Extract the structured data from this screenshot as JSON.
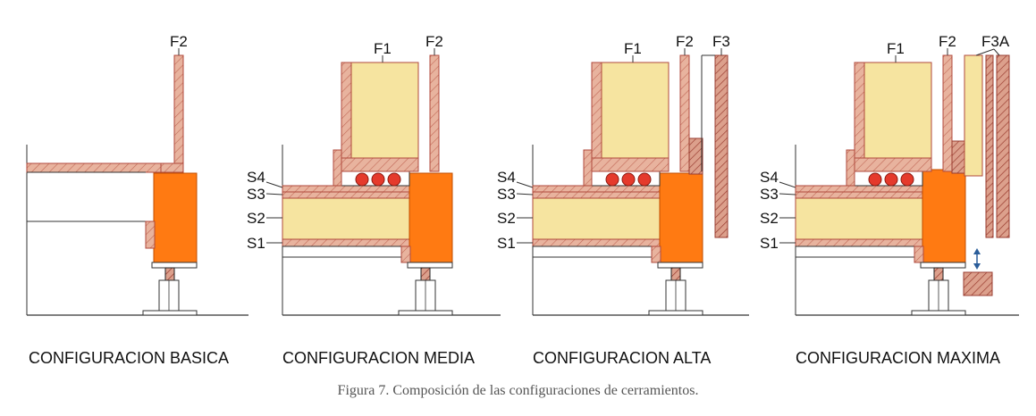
{
  "colors": {
    "wood": "#e8b39e",
    "wood_line": "#b04a3c",
    "foam": "#f6e4a0",
    "core": "#ff7a12",
    "core_line": "#c24e00",
    "tube": "#e53a2c",
    "line": "#333333"
  },
  "panels": [
    {
      "id": "basica",
      "title": "CONFIGURACION BASICA",
      "labels": {
        "F2": "F2"
      }
    },
    {
      "id": "media",
      "title": "CONFIGURACION MEDIA",
      "labels": {
        "F1": "F1",
        "F2": "F2",
        "S4": "S4",
        "S3": "S3",
        "S2": "S2",
        "S1": "S1"
      }
    },
    {
      "id": "alta",
      "title": "CONFIGURACION ALTA",
      "labels": {
        "F1": "F1",
        "F2": "F2",
        "F3": "F3",
        "S4": "S4",
        "S3": "S3",
        "S2": "S2",
        "S1": "S1"
      }
    },
    {
      "id": "maxima",
      "title": "CONFIGURACION MAXIMA",
      "labels": {
        "F1": "F1",
        "F2": "F2",
        "F3A": "F3A",
        "S4": "S4",
        "S3": "S3",
        "S2": "S2",
        "S1": "S1"
      }
    }
  ],
  "caption": "Figura 7. Composición de las configuraciones de cerramientos."
}
